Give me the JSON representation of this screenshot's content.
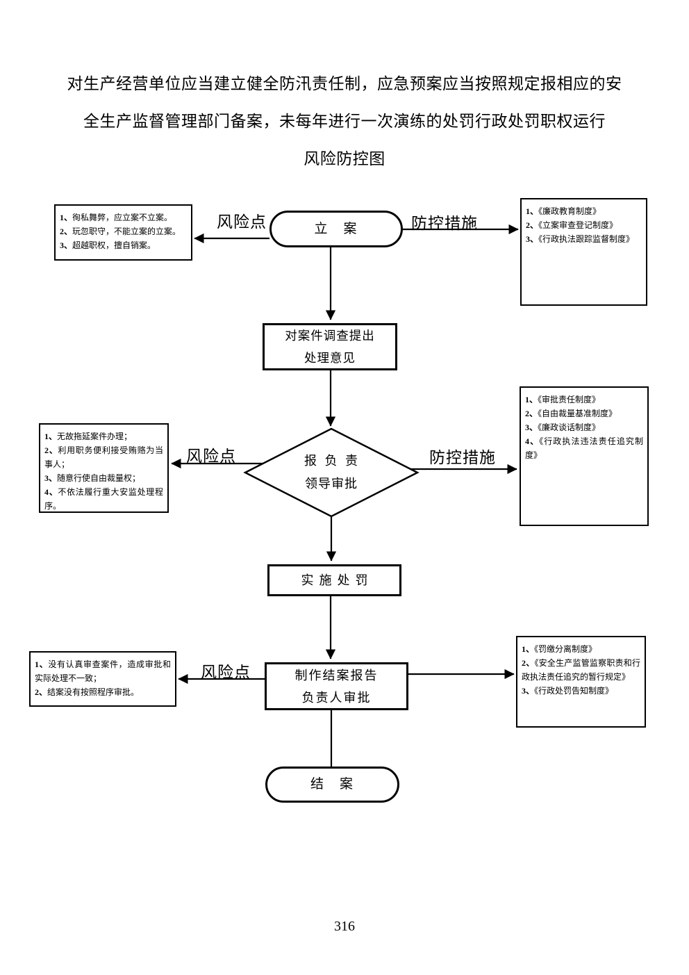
{
  "title": {
    "line1": "对生产经营单位应当建立健全防汛责任制，应急预案应当按照规定报相应的安",
    "line2": "全生产监督管理部门备案，未每年进行一次演练的处罚行政处罚职权运行",
    "line3": "风险防控图"
  },
  "labels": {
    "risk": "风险点",
    "control": "防控措施"
  },
  "nodes": {
    "start": "立　案",
    "investigate": {
      "line1": "对案件调查提出",
      "line2": "处理意见"
    },
    "decision": {
      "line1": "报 负 责",
      "line2": "领导审批"
    },
    "implement": "实施处罚",
    "report": {
      "line1": "制作结案报告",
      "line2": "负责人审批"
    },
    "end": "结　案"
  },
  "boxes": {
    "risk1": {
      "items": [
        {
          "n": "1、",
          "t": "徇私舞弊，应立案不立案。"
        },
        {
          "n": "2、",
          "t": "玩忽职守，不能立案的立案。"
        },
        {
          "n": "3、",
          "t": "超越职权，擅自销案。"
        }
      ]
    },
    "measures1": {
      "items": [
        {
          "n": "1、",
          "t": "《廉政教育制度》"
        },
        {
          "n": "2、",
          "t": "《立案审查登记制度》"
        },
        {
          "n": "3、",
          "t": "《行政执法跟踪监督制度》"
        }
      ]
    },
    "risk2": {
      "items": [
        {
          "n": "1、",
          "t": "无故拖延案件办理；"
        },
        {
          "n": "2、",
          "t": "利用职务便利接受贿赂为当事人；"
        },
        {
          "n": "3、",
          "t": "随意行使自由裁量权；"
        },
        {
          "n": "4、",
          "t": "不依法履行重大安监处理程序。"
        }
      ]
    },
    "measures2": {
      "items": [
        {
          "n": "1、",
          "t": "《审批责任制度》"
        },
        {
          "n": "2、",
          "t": "《自由裁量基准制度》"
        },
        {
          "n": "3、",
          "t": "《廉政谈话制度》"
        },
        {
          "n": "4、",
          "t": "《行政执法违法责任追究制度》"
        }
      ]
    },
    "risk3": {
      "items": [
        {
          "n": "1、",
          "t": "没有认真审查案件，造成审批和实际处理不一致；"
        },
        {
          "n": "2、",
          "t": "结案没有按照程序审批。"
        }
      ]
    },
    "measures3": {
      "items": [
        {
          "n": "1、",
          "t": "《罚缴分离制度》"
        },
        {
          "n": "2、",
          "t": "《安全生产监管监察职责和行政执法责任追究的暂行规定》"
        },
        {
          "n": "3、",
          "t": "《行政处罚告知制度》"
        }
      ]
    }
  },
  "page_number": "316",
  "colors": {
    "ink": "#000000",
    "paper": "#ffffff"
  }
}
